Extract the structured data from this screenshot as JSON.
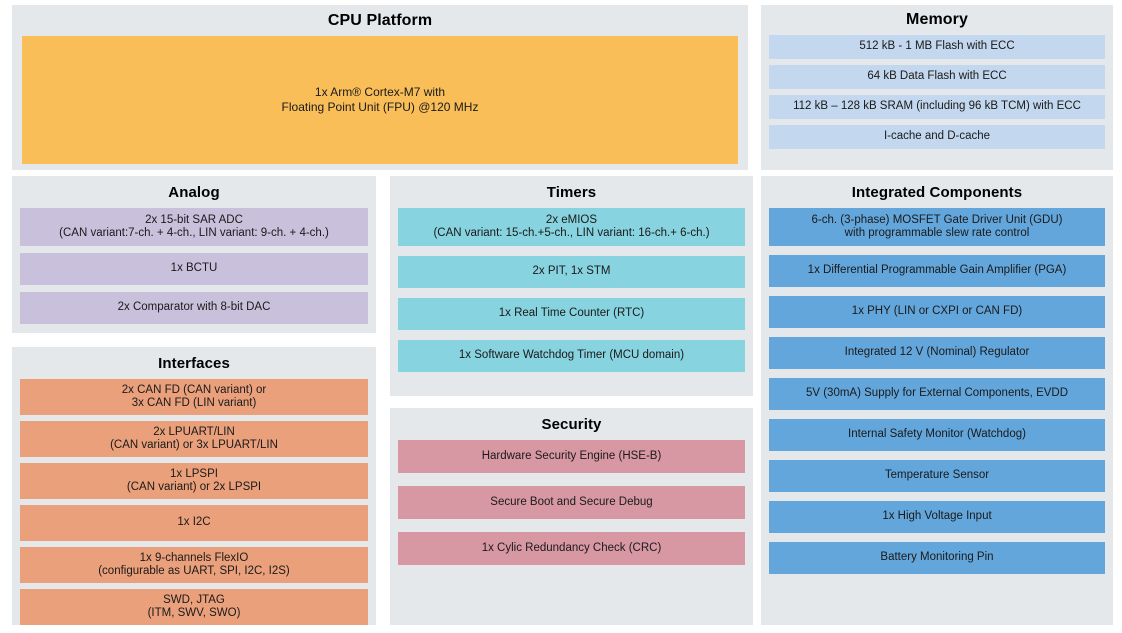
{
  "theme": {
    "page_background": "#ffffff",
    "panel_background": "#e4e8eb",
    "cpu_block_color": "#fabe59",
    "memory_block_color": "#c3d7ee",
    "analog_block_color": "#c9c1dc",
    "interfaces_block_color": "#eba07c",
    "timers_block_color": "#87d3df",
    "security_block_color": "#d898a3",
    "integrated_block_color": "#63a6dc",
    "text_color": "#1a1a1a"
  },
  "panels": {
    "cpu": {
      "title": "CPU Platform",
      "blocks": [
        "1x Arm® Cortex-M7 with\nFloating Point Unit (FPU) @120 MHz"
      ]
    },
    "memory": {
      "title": "Memory",
      "blocks": [
        "512 kB - 1 MB Flash with ECC",
        "64 kB Data Flash with ECC",
        "112 kB – 128 kB SRAM (including 96 kB TCM) with ECC",
        "I-cache and D-cache"
      ]
    },
    "analog": {
      "title": "Analog",
      "blocks": [
        "2x 15-bit SAR ADC\n(CAN variant:7-ch. + 4-ch., LIN variant: 9-ch. + 4-ch.)",
        "1x BCTU",
        "2x Comparator with 8-bit DAC"
      ]
    },
    "interfaces": {
      "title": "Interfaces",
      "blocks": [
        "2x CAN FD (CAN variant) or\n3x CAN FD (LIN variant)",
        "2x LPUART/LIN\n(CAN variant) or 3x LPUART/LIN",
        "1x LPSPI\n(CAN variant) or 2x LPSPI",
        "1x I2C",
        "1x 9-channels FlexIO\n(configurable as UART, SPI, I2C, I2S)",
        "SWD, JTAG\n(ITM, SWV, SWO)"
      ]
    },
    "timers": {
      "title": "Timers",
      "blocks": [
        "2x eMIOS\n(CAN variant: 15-ch.+5-ch., LIN variant: 16-ch.+ 6-ch.)",
        "2x PIT, 1x STM",
        "1x Real Time Counter (RTC)",
        "1x Software Watchdog Timer (MCU domain)"
      ]
    },
    "security": {
      "title": "Security",
      "blocks": [
        "Hardware Security Engine (HSE-B)",
        "Secure Boot and Secure Debug",
        "1x Cylic Redundancy Check (CRC)"
      ]
    },
    "integrated": {
      "title": "Integrated Components",
      "blocks": [
        "6-ch. (3-phase) MOSFET Gate Driver Unit (GDU)\nwith programmable slew rate control",
        "1x Differential Programmable Gain Amplifier (PGA)",
        "1x PHY (LIN or CXPI or CAN FD)",
        "Integrated 12 V (Nominal) Regulator",
        "5V (30mA) Supply for External Components, EVDD",
        "Internal Safety Monitor (Watchdog)",
        "Temperature Sensor",
        "1x High Voltage Input",
        "Battery Monitoring Pin"
      ]
    }
  }
}
